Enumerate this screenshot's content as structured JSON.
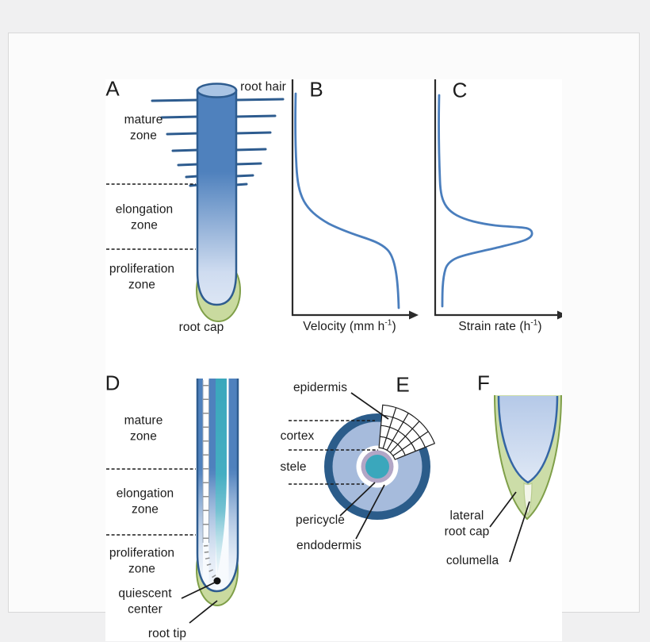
{
  "page": {
    "background": "#f0f0f1",
    "card_background": "#fbfbfb",
    "figure_background": "#ffffff"
  },
  "colors": {
    "root_blue": "#4f81bd",
    "root_outline_blue": "#2e5c8f",
    "root_pale_blue": "#dce6f4",
    "cap_green": "#c9da9f",
    "cap_green_outline": "#7f9f49",
    "curve_blue": "#4a7ebd",
    "stele_teal": "#3aa7bc",
    "cortex_light_blue": "#a6bbdc",
    "epidermis_ring_blue": "#2b5c8a",
    "pericycle_purple": "#b2a6c6",
    "axis_dark": "#2b2b2b",
    "text_dark": "#1c1c1c"
  },
  "panels": {
    "a": {
      "letter": "A",
      "labels": {
        "mature": "mature\nzone",
        "elongation": "elongation\nzone",
        "proliferation": "proliferation\nzone",
        "root_hair": "root hair",
        "root_cap": "root cap"
      }
    },
    "b": {
      "letter": "B",
      "axis": {
        "pre": "Velocity (mm h",
        "sup": "-1",
        "post": ")"
      }
    },
    "c": {
      "letter": "C",
      "axis": {
        "pre": "Strain rate (h",
        "sup": "-1",
        "post": ")"
      }
    },
    "d": {
      "letter": "D",
      "labels": {
        "mature": "mature\nzone",
        "elongation": "elongation\nzone",
        "proliferation": "proliferation\nzone",
        "quiescent": "quiescent\ncenter",
        "root_tip": "root tip"
      }
    },
    "e": {
      "letter": "E",
      "labels": {
        "epidermis": "epidermis",
        "cortex": "cortex",
        "stele": "stele",
        "pericycle": "pericycle",
        "endodermis": "endodermis"
      }
    },
    "f": {
      "letter": "F",
      "labels": {
        "lateral": "lateral\nroot cap",
        "columella": "columella"
      }
    }
  },
  "chart_data": [
    {
      "type": "line",
      "panel": "B",
      "title": "",
      "xlabel": "Velocity (mm h⁻¹)",
      "ylabel": "",
      "x_ticks": [],
      "y_ticks": [],
      "grid": false,
      "legend": null,
      "coordinate_convention": "normalized 0-1; x rightward from y-axis, y downward from axis top",
      "description": "Velocity profile along the root axis: near zero in the mature zone (top), sigmoidal increase through the elongation zone, plateau approaching the root tip (bottom).",
      "points_normalized": [
        [
          0.03,
          0.07
        ],
        [
          0.03,
          0.38
        ],
        [
          0.08,
          0.5
        ],
        [
          0.3,
          0.61
        ],
        [
          0.55,
          0.67
        ],
        [
          0.74,
          0.72
        ],
        [
          0.84,
          0.8
        ],
        [
          0.87,
          0.9
        ],
        [
          0.87,
          0.97
        ]
      ]
    },
    {
      "type": "line",
      "panel": "C",
      "title": "",
      "xlabel": "Strain rate (h⁻¹)",
      "ylabel": "",
      "x_ticks": [],
      "y_ticks": [],
      "grid": false,
      "legend": null,
      "coordinate_convention": "normalized 0-1; x rightward from y-axis, y downward from axis top",
      "description": "Strain-rate profile along the root axis: near zero at top (mature zone), single peak within the elongation zone, returning to near zero toward the root tip.",
      "points_normalized": [
        [
          0.03,
          0.07
        ],
        [
          0.03,
          0.42
        ],
        [
          0.1,
          0.55
        ],
        [
          0.45,
          0.62
        ],
        [
          0.74,
          0.65
        ],
        [
          0.45,
          0.71
        ],
        [
          0.1,
          0.78
        ],
        [
          0.06,
          0.85
        ],
        [
          0.06,
          0.96
        ]
      ]
    }
  ]
}
